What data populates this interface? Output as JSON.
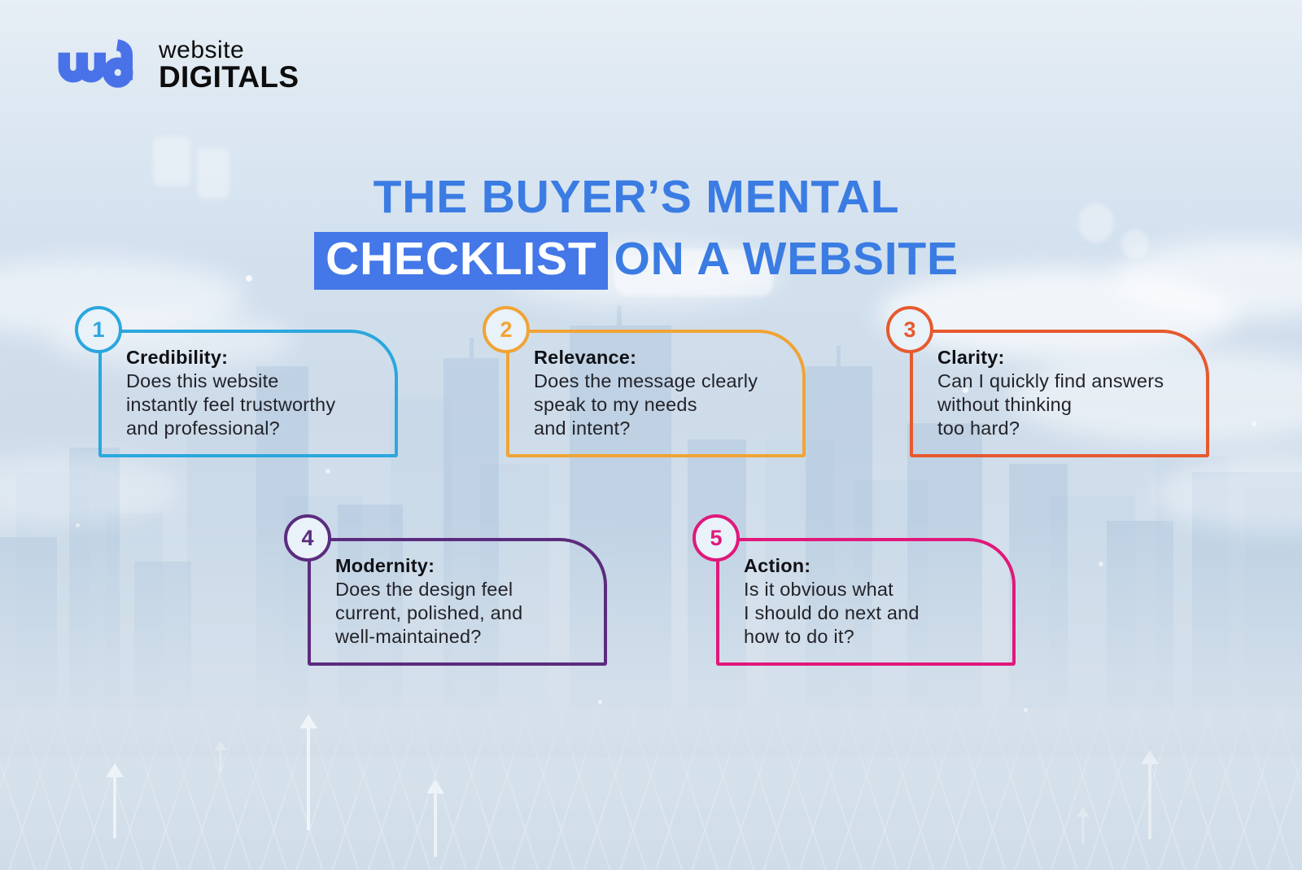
{
  "logo": {
    "mark": "wd",
    "name_top": "website",
    "name_bottom": "DIGITALS"
  },
  "title": {
    "line1": "THE BUYER’S MENTAL",
    "highlighted_word": "CHECKLIST",
    "line2_rest": "ON A WEBSITE"
  },
  "cards": [
    {
      "number": "1",
      "title": "Credibility:",
      "lines": [
        "Does this website",
        "instantly feel trustworthy",
        "and professional?"
      ],
      "accent_color": "#2BA7DD"
    },
    {
      "number": "2",
      "title": "Relevance:",
      "lines": [
        "Does the message clearly",
        "speak to my needs",
        "and intent?"
      ],
      "accent_color": "#F0A435"
    },
    {
      "number": "3",
      "title": "Clarity:",
      "lines": [
        "Can I quickly find answers",
        "without thinking",
        "too hard?"
      ],
      "accent_color": "#E55A2E"
    },
    {
      "number": "4",
      "title": "Modernity:",
      "lines": [
        "Does the design feel",
        "current, polished, and",
        "well-maintained?"
      ],
      "accent_color": "#5B2C7E"
    },
    {
      "number": "5",
      "title": "Action:",
      "lines": [
        "Is it obvious what",
        "I should do next and",
        "how to do it?"
      ],
      "accent_color": "#E0187B"
    }
  ],
  "colors": {
    "title_text": "#3B7CE3",
    "highlight_bg": "#4478E8",
    "highlight_text": "#FFFFFF",
    "logo_mark": "#4A72E8",
    "logo_text": "#0D0D0D",
    "body_text": "#232329"
  }
}
